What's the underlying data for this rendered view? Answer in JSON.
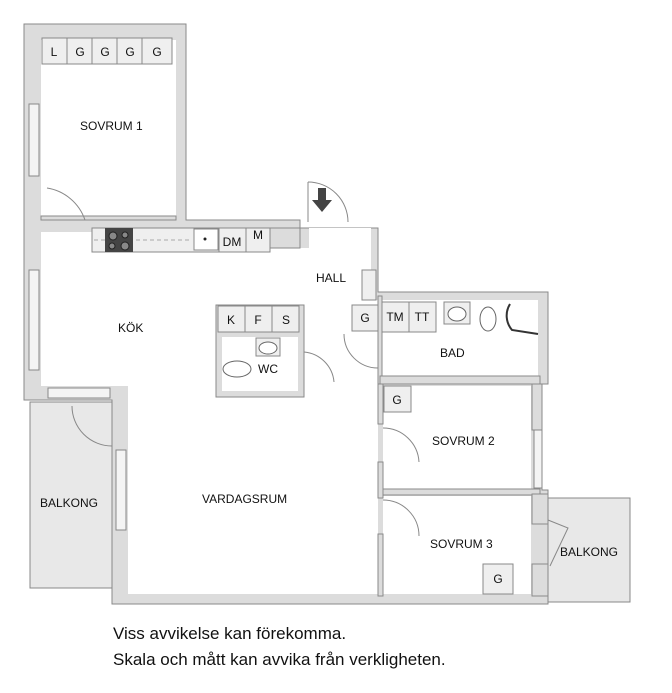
{
  "rooms": {
    "sovrum1": "SOVRUM 1",
    "kok": "KÖK",
    "hall": "HALL",
    "wc": "WC",
    "bad": "BAD",
    "sovrum2": "SOVRUM 2",
    "sovrum3": "SOVRUM 3",
    "vardagsrum": "VARDAGSRUM",
    "balkong_west": "BALKONG",
    "balkong_east": "BALKONG"
  },
  "wardrobes_sovrum1": [
    "L",
    "G",
    "G",
    "G",
    "G"
  ],
  "kitchen_units": [
    "DM",
    "M"
  ],
  "closet_units_wc": [
    "K",
    "F",
    "S"
  ],
  "bad_units": [
    "TM",
    "TT"
  ],
  "hall_wardrobe": "G",
  "sovrum2_wardrobe": "G",
  "sovrum3_wardrobe": "G",
  "entrance_icon": "entrance-arrow-icon",
  "disclaimer": {
    "line1": "Viss avvikelse kan förekomma.",
    "line2": "Skala och mått kan avvika från verkligheten."
  }
}
